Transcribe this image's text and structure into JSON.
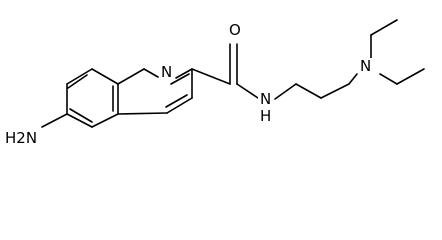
{
  "molecule": {
    "atoms": {
      "amine": "H2N",
      "ring_nitrogen": "N",
      "carbonyl_oxygen": "O",
      "amide_nitrogen": "N",
      "amide_hydrogen": "H",
      "tertiary_nitrogen": "N"
    }
  }
}
